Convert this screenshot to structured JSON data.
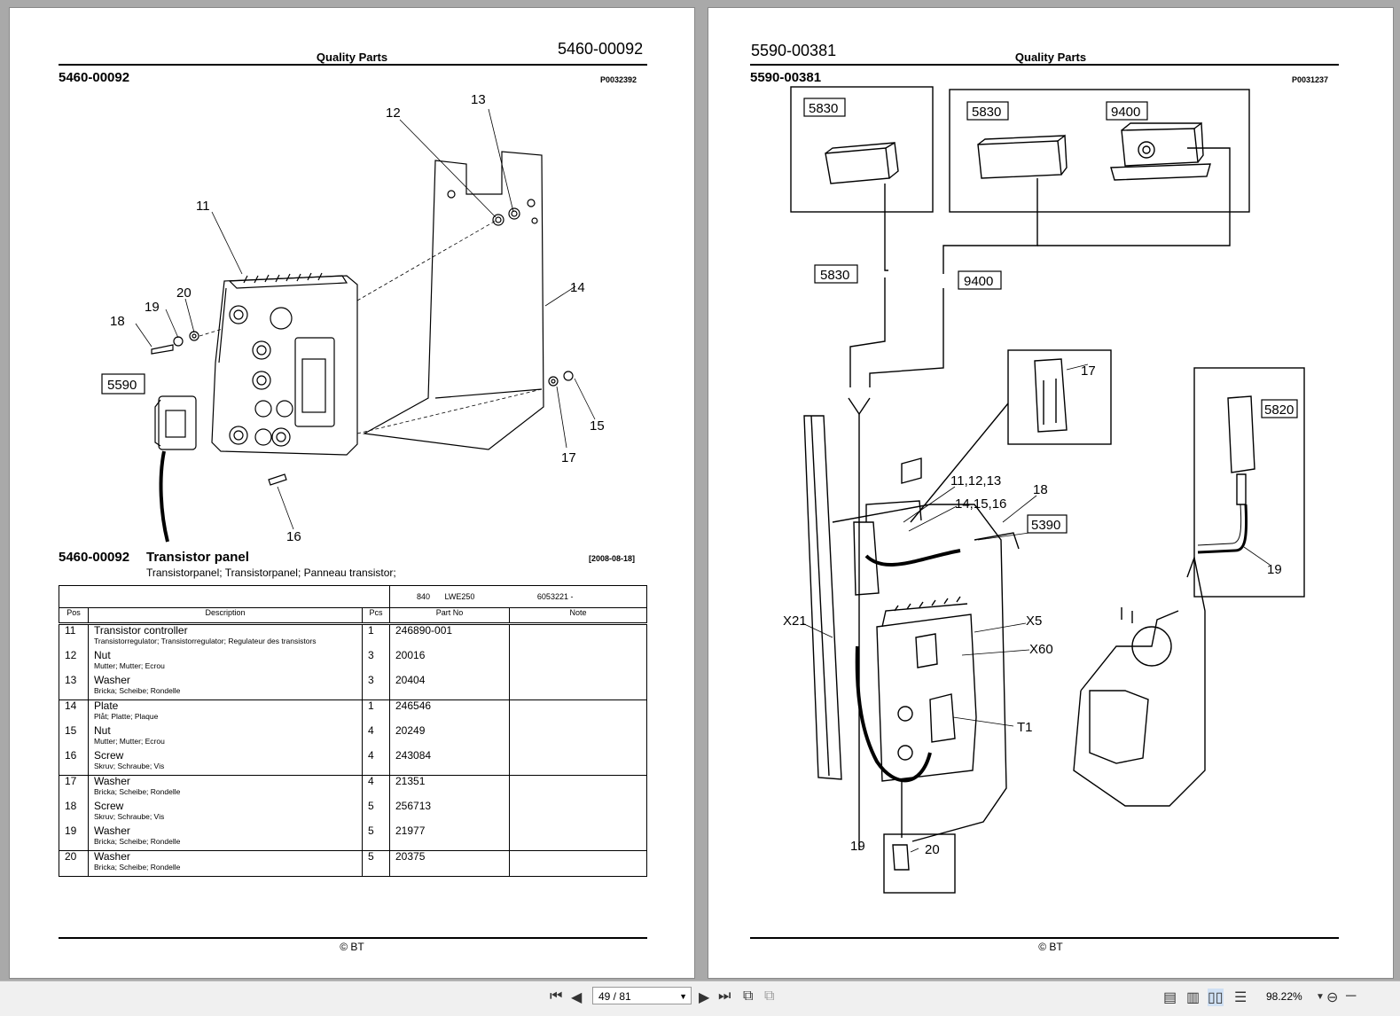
{
  "left_page": {
    "header_title": "Quality Parts",
    "header_code": "5460-00092",
    "section_code": "5460-00092",
    "figure_ref": "P0032392",
    "callouts": [
      "11",
      "12",
      "13",
      "14",
      "15",
      "16",
      "17",
      "18",
      "19",
      "20"
    ],
    "boxed_callout": "5590",
    "list_code": "5460-00092",
    "list_title": "Transistor panel",
    "list_subtitle": "Transistorpanel; Transistorpanel; Panneau transistor;",
    "list_date": "[2008-08-18]",
    "applicability": {
      "model": "840",
      "variant": "LWE250",
      "serial": "6053221 -"
    },
    "columns": [
      "Pos",
      "Description",
      "Pcs",
      "Part No",
      "Note"
    ],
    "rows": [
      {
        "pos": "11",
        "desc": "Transistor controller",
        "desc2": "Transistorregulator; Transistorregulator; Regulateur des transistors",
        "pcs": "1",
        "part": "246890-001",
        "note": ""
      },
      {
        "pos": "12",
        "desc": "Nut",
        "desc2": "Mutter; Mutter; Ecrou",
        "pcs": "3",
        "part": "20016",
        "note": ""
      },
      {
        "pos": "13",
        "desc": "Washer",
        "desc2": "Bricka; Scheibe; Rondelle",
        "pcs": "3",
        "part": "20404",
        "note": ""
      },
      {
        "pos": "14",
        "desc": "Plate",
        "desc2": "Plåt; Platte; Plaque",
        "pcs": "1",
        "part": "246546",
        "note": ""
      },
      {
        "pos": "15",
        "desc": "Nut",
        "desc2": "Mutter; Mutter; Ecrou",
        "pcs": "4",
        "part": "20249",
        "note": ""
      },
      {
        "pos": "16",
        "desc": "Screw",
        "desc2": "Skruv; Schraube; Vis",
        "pcs": "4",
        "part": "243084",
        "note": ""
      },
      {
        "pos": "17",
        "desc": "Washer",
        "desc2": "Bricka; Scheibe; Rondelle",
        "pcs": "4",
        "part": "21351",
        "note": ""
      },
      {
        "pos": "18",
        "desc": "Screw",
        "desc2": "Skruv; Schraube; Vis",
        "pcs": "5",
        "part": "256713",
        "note": ""
      },
      {
        "pos": "19",
        "desc": "Washer",
        "desc2": "Bricka; Scheibe; Rondelle",
        "pcs": "5",
        "part": "21977",
        "note": ""
      },
      {
        "pos": "20",
        "desc": "Washer",
        "desc2": "Bricka; Scheibe; Rondelle",
        "pcs": "5",
        "part": "20375",
        "note": ""
      }
    ],
    "footer": "© BT"
  },
  "right_page": {
    "header_code": "5590-00381",
    "header_title": "Quality Parts",
    "section_code": "5590-00381",
    "figure_ref": "P0031237",
    "boxed_labels": [
      "5830",
      "5830",
      "9400",
      "5830",
      "9400",
      "5820",
      "5390"
    ],
    "callouts": [
      "17",
      "11,12,13",
      "14,15,16",
      "18",
      "X21",
      "X5",
      "X60",
      "T1",
      "19",
      "19",
      "20"
    ],
    "footer": "© BT"
  },
  "toolbar": {
    "page_indicator": "49 / 81",
    "zoom": "98.22%"
  }
}
